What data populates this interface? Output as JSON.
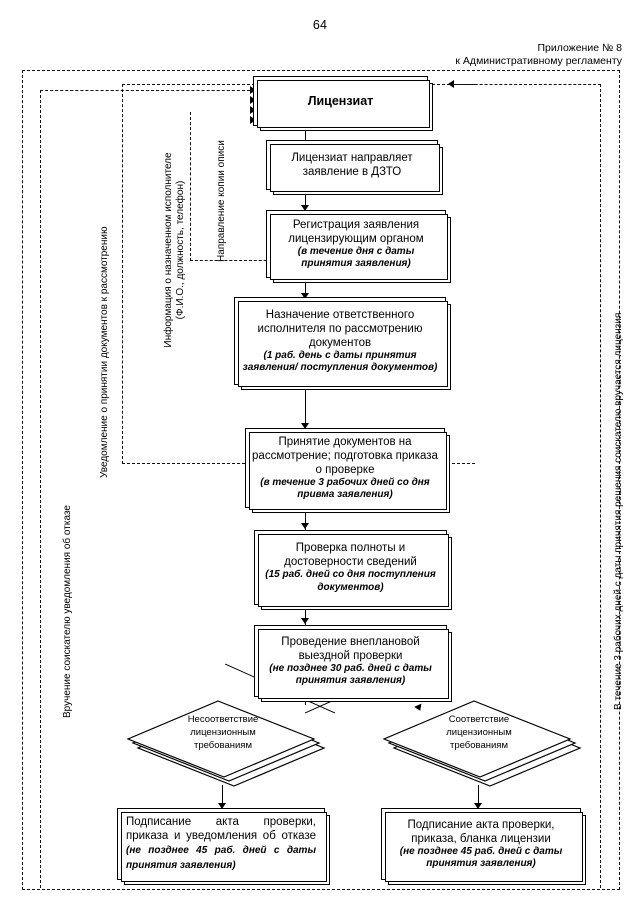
{
  "header": {
    "page_number": "64",
    "appendix_line1": "Приложение № 8",
    "appendix_line2": "к Административному регламенту"
  },
  "side_captions": {
    "left_outer": "Вручение соискателю уведомления об отказе",
    "left_inner": "Уведомление о принятии документов к рассмотрению",
    "mid_line1": "Информация о назначенном исполнителе",
    "mid_line2": "(Ф.И.О., должность, телефон)",
    "copy_list": "Направление копии описи",
    "right_outer": "В течение 3 рабочих дней с даты принятия решения соискателю вручается лицензия"
  },
  "flow": {
    "node1": {
      "title": "Лицензиат"
    },
    "node2": {
      "title": "Лицензиат направляет заявление в ДЗТО"
    },
    "node3": {
      "title": "Регистрация заявления лицензирующим органом",
      "note": "(в течение дня с даты  принятия заявления)"
    },
    "node4": {
      "title": "Назначение ответственного исполнителя по рассмотрению документов",
      "note": "(1 раб. день с даты  принятия заявления/ поступления документов)"
    },
    "node5": {
      "title": "Принятие документов  на рассмотрение; подготовка приказа о проверке",
      "note": "(в течение 3 рабочих дней со дня привма заявления)"
    },
    "node6": {
      "title": "Проверка полноты и достоверности сведений",
      "note": "(15 раб. дней со дня поступления документов)"
    },
    "node7": {
      "title": "Проведение внеплановой выездной проверки",
      "note": "(не позднее 30 раб. дней с даты принятия заявления)"
    },
    "decision_left": {
      "line1": "Несоответствие",
      "line2": "лицензионным",
      "line3": "требованиям"
    },
    "decision_right": {
      "line1": "Соответствие",
      "line2": "лицензионным",
      "line3": "требованиям"
    },
    "node8": {
      "title": "Подписание акта проверки, приказа и уведомления об отказе ",
      "note": "(не позднее 45 раб. дней с даты принятия заявления)"
    },
    "node9": {
      "title": "Подписание акта проверки, приказа, бланка лицензии",
      "note": "(не позднее 45 раб. дней с даты принятия заявления)"
    }
  }
}
